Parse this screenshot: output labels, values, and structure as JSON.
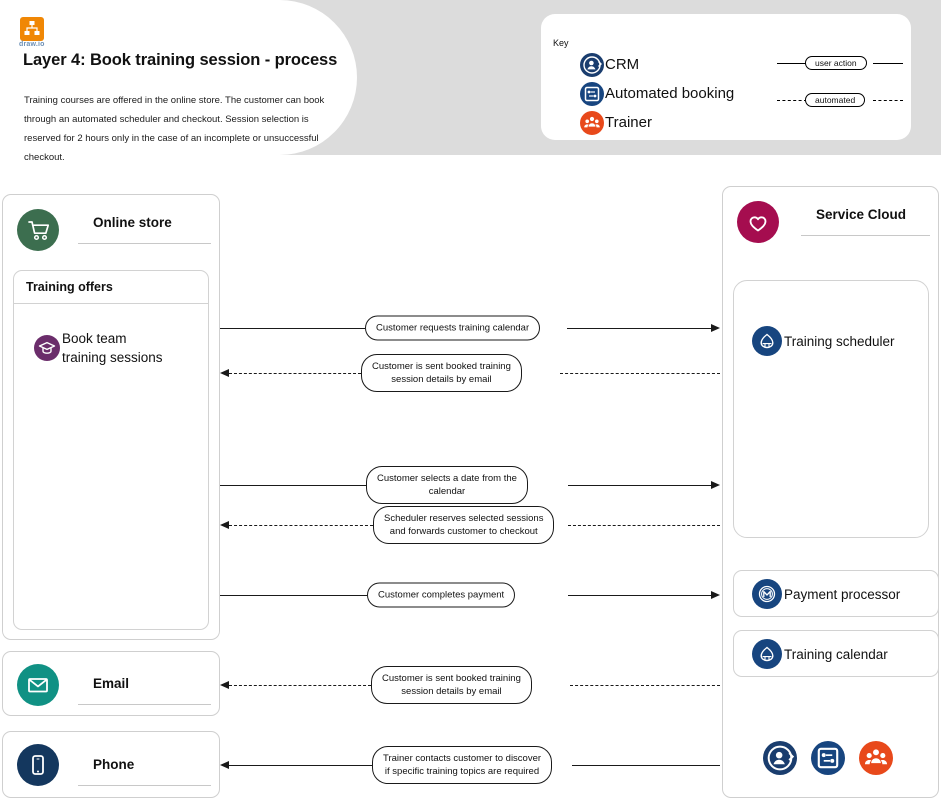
{
  "header": {
    "logo_alt": "drawio-logo",
    "wordmark": "draw.io",
    "title": "Layer 4: Book training session - process",
    "description": "Training courses are offered in the online store. The customer can book through an automated scheduler and checkout. Session selection is reserved for 2 hours only in the case of an incomplete or unsuccessful checkout."
  },
  "key": {
    "title": "Key",
    "items": [
      {
        "label": "CRM",
        "icon": "crm-person-icon",
        "color": "#1a3d6e"
      },
      {
        "label": "Automated booking",
        "icon": "automated-booking-icon",
        "color": "#17457f"
      },
      {
        "label": "Trainer",
        "icon": "trainer-group-icon",
        "color": "#e8491b"
      }
    ],
    "line_types": [
      {
        "label": "user action",
        "style": "solid"
      },
      {
        "label": "automated",
        "style": "dashed"
      }
    ]
  },
  "lanes": {
    "online_store": {
      "title": "Online store",
      "icon": "shopping-cart-icon",
      "color": "#3c6e4f",
      "subcard": {
        "title": "Training offers",
        "nodes": [
          {
            "label": "Book team\ntraining sessions",
            "icon": "graduation-cap-icon",
            "color": "#6b2d6b"
          }
        ]
      }
    },
    "email": {
      "title": "Email",
      "icon": "envelope-icon",
      "color": "#109184"
    },
    "phone": {
      "title": "Phone",
      "icon": "mobile-phone-icon",
      "color": "#14375e"
    },
    "service_cloud": {
      "title": "Service Cloud",
      "icon": "heart-icon",
      "color": "#a50d4f",
      "nodes": [
        {
          "label": "Training scheduler",
          "icon": "scheduler-icon",
          "color": "#17457f"
        },
        {
          "label": "Payment processor",
          "icon": "payment-icon",
          "color": "#17457f"
        },
        {
          "label": "Training calendar",
          "icon": "scheduler-icon",
          "color": "#17457f"
        }
      ],
      "footer_icons": [
        {
          "icon": "crm-person-icon",
          "color": "#1a3d6e"
        },
        {
          "icon": "automated-booking-icon",
          "color": "#17457f"
        },
        {
          "icon": "trainer-group-icon",
          "color": "#e8491b"
        }
      ]
    }
  },
  "flows": [
    {
      "label": "Customer requests training calendar",
      "style": "solid",
      "direction": "right"
    },
    {
      "label": "Customer is sent booked training\nsession details by email",
      "style": "dashed",
      "direction": "left"
    },
    {
      "label": "Customer selects a date from the\ncalendar",
      "style": "solid",
      "direction": "right"
    },
    {
      "label": "Scheduler reserves selected sessions\nand forwards customer to checkout",
      "style": "dashed",
      "direction": "left"
    },
    {
      "label": "Customer completes payment",
      "style": "solid",
      "direction": "right"
    },
    {
      "label": "Customer is sent booked training\nsession details by email",
      "style": "dashed",
      "direction": "left"
    },
    {
      "label": "Trainer contacts customer to discover\nif specific training topics are required",
      "style": "solid",
      "direction": "left"
    }
  ]
}
